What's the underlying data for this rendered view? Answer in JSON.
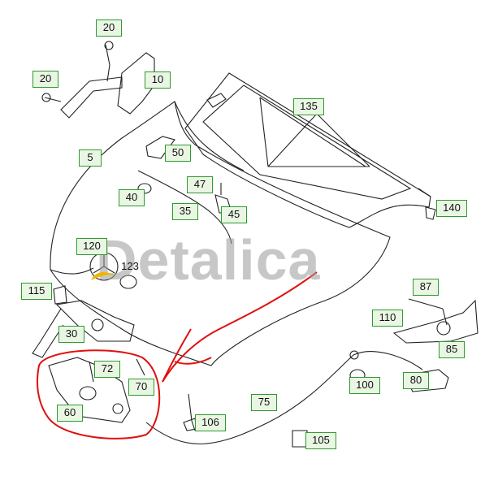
{
  "watermark": "Detalica",
  "callouts": {
    "p5": "5",
    "p10": "10",
    "p20a": "20",
    "p20b": "20",
    "p30": "30",
    "p35": "35",
    "p40": "40",
    "p45": "45",
    "p47": "47",
    "p50": "50",
    "p60": "60",
    "p70": "70",
    "p72": "72",
    "p75": "75",
    "p80": "80",
    "p85": "85",
    "p87": "87",
    "p100": "100",
    "p105": "105",
    "p106": "106",
    "p110": "110",
    "p115": "115",
    "p120": "120",
    "p123": "123",
    "p135": "135",
    "p140": "140"
  },
  "colors": {
    "callout_border": "#2e9a2e",
    "callout_fill": "#eaf6e4",
    "annotation": "#e01010",
    "line": "#222222",
    "watermark": "#9a9a9a"
  }
}
